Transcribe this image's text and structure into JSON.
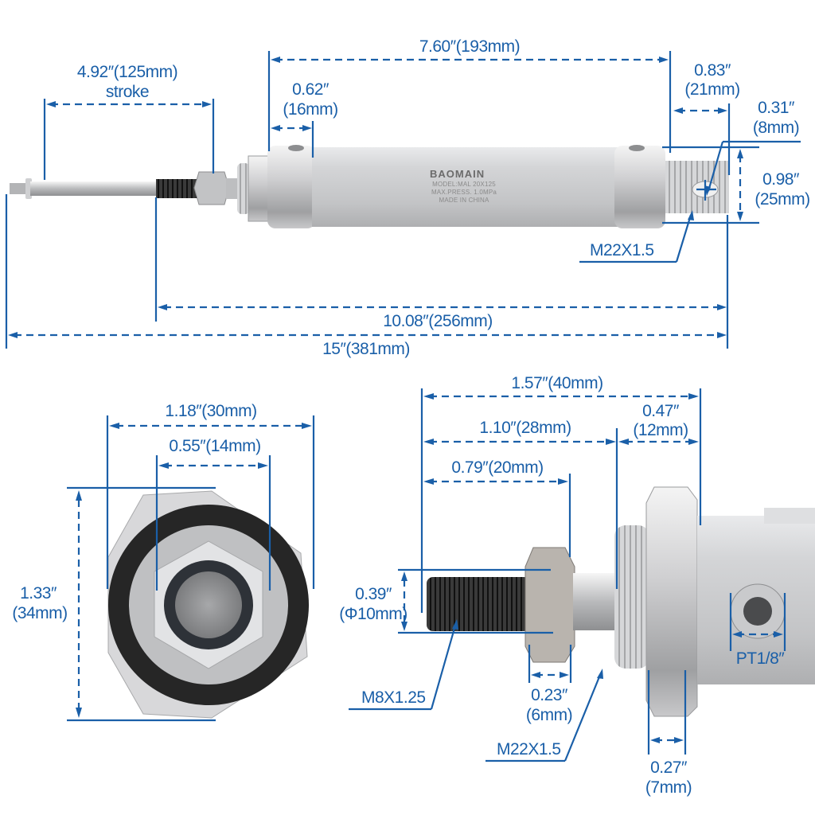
{
  "product": {
    "brand": "BAOMAIN",
    "model_line": "MODEL:MAL 20X125",
    "pressure_line": "MAX.PRESS. 1.0MPa",
    "origin_line": "MADE IN CHINA"
  },
  "colors": {
    "dimension_line": "#1a5fa8",
    "background": "#ffffff",
    "barrel": "#c9cacc"
  },
  "side_view": {
    "stroke": {
      "inch": "4.92″(125mm)",
      "label": "stroke"
    },
    "body_length": "7.60″(193mm)",
    "front_cap": {
      "inch": "0.62″",
      "mm": "(16mm)"
    },
    "rear_clevis": {
      "inch": "0.83″",
      "mm": "(21mm)"
    },
    "clevis_hole": {
      "inch": "0.31″",
      "mm": "(8mm)"
    },
    "clevis_width": {
      "inch": "0.98″",
      "mm": "(25mm)"
    },
    "rear_thread": "M22X1.5",
    "retracted_length": "10.08″(256mm)",
    "extended_length": "15″(381mm)"
  },
  "end_view": {
    "outer_width": "1.18″(30mm)",
    "inner_width": "0.55″(14mm)",
    "height": {
      "inch": "1.33″",
      "mm": "(34mm)"
    }
  },
  "rod_detail": {
    "overall": "1.57″(40mm)",
    "rod_extension": "1.10″(28mm)",
    "nut_to_cap": {
      "inch": "0.47″",
      "mm": "(12mm)"
    },
    "thread_length": "0.79″(20mm)",
    "rod_diameter": {
      "inch": "0.39″",
      "mm": "(Φ10mm)"
    },
    "rod_thread": "M8X1.25",
    "nut_thickness": {
      "inch": "0.23″",
      "mm": "(6mm)"
    },
    "mount_thread": "M22X1.5",
    "mount_nut": {
      "inch": "0.27″",
      "mm": "(7mm)"
    },
    "port": "PT1/8″"
  }
}
